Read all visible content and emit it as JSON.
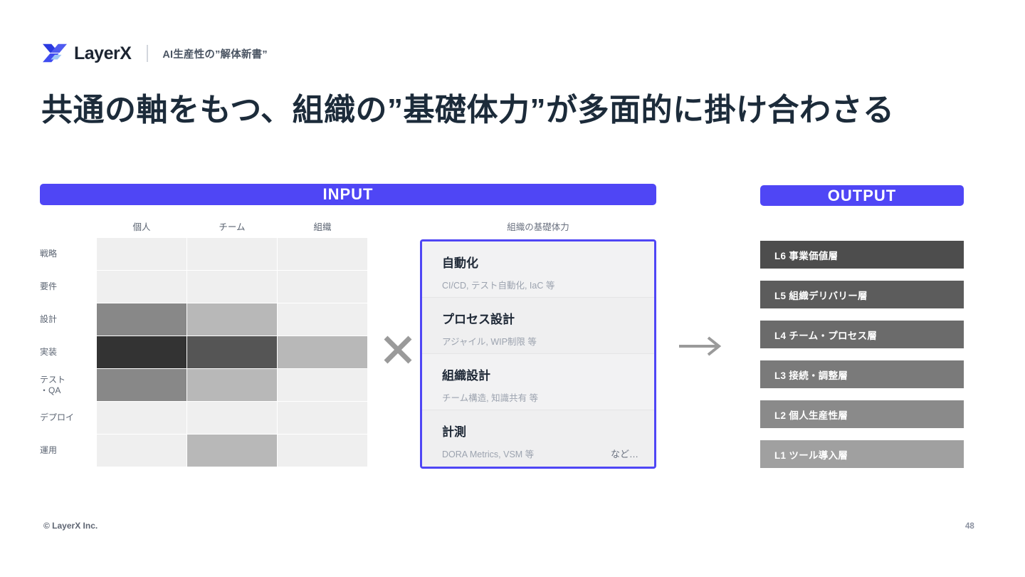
{
  "header": {
    "brand_name": "LayerX",
    "brand_logo_icon": "layerx-logo-icon",
    "subtitle": "AI生産性の”解体新書”"
  },
  "title": "共通の軸をもつ、組織の”基礎体力”が多面的に掛け合わさる",
  "banners": {
    "input_label": "INPUT",
    "output_label": "OUTPUT",
    "accent_color": "#4f46f5"
  },
  "heatmap": {
    "columns": [
      "個人",
      "チーム",
      "組織"
    ],
    "rows": [
      "戦略",
      "要件",
      "設計",
      "実装",
      "テスト\n・QA",
      "デプロイ",
      "運用"
    ],
    "cell_colors": [
      [
        "#efefef",
        "#efefef",
        "#efefef"
      ],
      [
        "#efefef",
        "#efefef",
        "#efefef"
      ],
      [
        "#888888",
        "#b8b8b8",
        "#efefef"
      ],
      [
        "#333333",
        "#555555",
        "#b8b8b8"
      ],
      [
        "#888888",
        "#b8b8b8",
        "#efefef"
      ],
      [
        "#efefef",
        "#efefef",
        "#efefef"
      ],
      [
        "#efefef",
        "#b8b8b8",
        "#efefef"
      ]
    ]
  },
  "operator": {
    "times_icon": "multiply-icon",
    "arrow_icon": "arrow-right-icon"
  },
  "card": {
    "caption": "組織の基礎体力",
    "note": "など…",
    "items": [
      {
        "title": "自動化",
        "sub": "CI/CD, テスト自動化, IaC 等"
      },
      {
        "title": "プロセス設計",
        "sub": "アジャイル, WIP制限 等"
      },
      {
        "title": "組織設計",
        "sub": "チーム構造, 知識共有 等"
      },
      {
        "title": "計測",
        "sub": "DORA Metrics, VSM 等"
      }
    ]
  },
  "layers": [
    {
      "label": "L6 事業価値層",
      "color": "#4d4d4d"
    },
    {
      "label": "L5 組織デリバリー層",
      "color": "#5c5c5c"
    },
    {
      "label": "L4 チーム・プロセス層",
      "color": "#6b6b6b"
    },
    {
      "label": "L3 接続・調整層",
      "color": "#7a7a7a"
    },
    {
      "label": "L2 個人生産性層",
      "color": "#8a8a8a"
    },
    {
      "label": "L1 ツール導入層",
      "color": "#a0a0a0"
    }
  ],
  "footer": {
    "copyright": "© LayerX Inc.",
    "page_number": "48"
  }
}
